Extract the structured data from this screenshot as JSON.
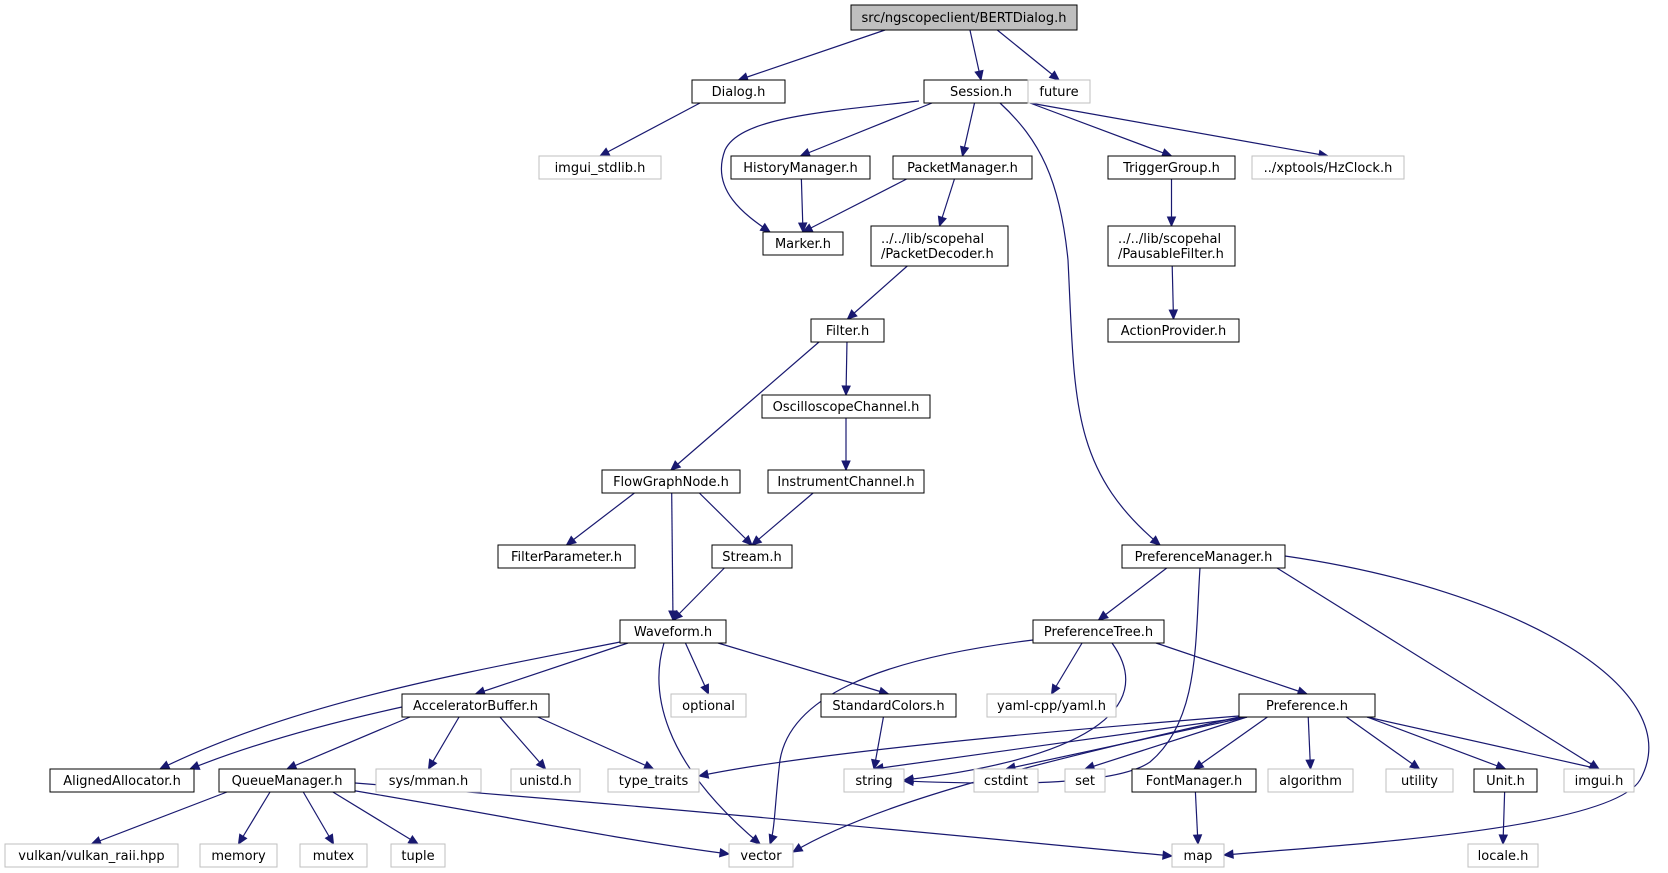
{
  "graph": {
    "colors": {
      "edge": "#191970",
      "root_fill": "#bfbfbf",
      "internal_border": "#000000",
      "external_border": "#bfbfbf"
    },
    "nodes": [
      {
        "id": "root",
        "lines": [
          "src/ngscopeclient/BERTDialog.h"
        ],
        "kind": "root"
      },
      {
        "id": "dialog",
        "lines": [
          "Dialog.h"
        ],
        "kind": "int"
      },
      {
        "id": "session",
        "lines": [
          "Session.h"
        ],
        "kind": "int"
      },
      {
        "id": "future",
        "lines": [
          "future"
        ],
        "kind": "ext"
      },
      {
        "id": "imgui_stdlib",
        "lines": [
          "imgui_stdlib.h"
        ],
        "kind": "ext"
      },
      {
        "id": "historymgr",
        "lines": [
          "HistoryManager.h"
        ],
        "kind": "int"
      },
      {
        "id": "packetmgr",
        "lines": [
          "PacketManager.h"
        ],
        "kind": "int"
      },
      {
        "id": "triggergroup",
        "lines": [
          "TriggerGroup.h"
        ],
        "kind": "int"
      },
      {
        "id": "hzclock",
        "lines": [
          "../xptools/HzClock.h"
        ],
        "kind": "ext"
      },
      {
        "id": "marker",
        "lines": [
          "Marker.h"
        ],
        "kind": "int"
      },
      {
        "id": "packetdecoder",
        "lines": [
          "../../lib/scopehal",
          "/PacketDecoder.h"
        ],
        "kind": "int"
      },
      {
        "id": "pausablefilter",
        "lines": [
          "../../lib/scopehal",
          "/PausableFilter.h"
        ],
        "kind": "int"
      },
      {
        "id": "actionprovider",
        "lines": [
          "ActionProvider.h"
        ],
        "kind": "int"
      },
      {
        "id": "filter",
        "lines": [
          "Filter.h"
        ],
        "kind": "int"
      },
      {
        "id": "oscchannel",
        "lines": [
          "OscilloscopeChannel.h"
        ],
        "kind": "int"
      },
      {
        "id": "flowgraphnode",
        "lines": [
          "FlowGraphNode.h"
        ],
        "kind": "int"
      },
      {
        "id": "instrchannel",
        "lines": [
          "InstrumentChannel.h"
        ],
        "kind": "int"
      },
      {
        "id": "filterparam",
        "lines": [
          "FilterParameter.h"
        ],
        "kind": "int"
      },
      {
        "id": "stream",
        "lines": [
          "Stream.h"
        ],
        "kind": "int"
      },
      {
        "id": "prefmgr",
        "lines": [
          "PreferenceManager.h"
        ],
        "kind": "int"
      },
      {
        "id": "waveform",
        "lines": [
          "Waveform.h"
        ],
        "kind": "int"
      },
      {
        "id": "preftree",
        "lines": [
          "PreferenceTree.h"
        ],
        "kind": "int"
      },
      {
        "id": "accelbuf",
        "lines": [
          "AcceleratorBuffer.h"
        ],
        "kind": "int"
      },
      {
        "id": "optional",
        "lines": [
          "optional"
        ],
        "kind": "ext"
      },
      {
        "id": "stdcolors",
        "lines": [
          "StandardColors.h"
        ],
        "kind": "int"
      },
      {
        "id": "yaml",
        "lines": [
          "yaml-cpp/yaml.h"
        ],
        "kind": "ext"
      },
      {
        "id": "preference",
        "lines": [
          "Preference.h"
        ],
        "kind": "int"
      },
      {
        "id": "alignedalloc",
        "lines": [
          "AlignedAllocator.h"
        ],
        "kind": "int"
      },
      {
        "id": "queuemgr",
        "lines": [
          "QueueManager.h"
        ],
        "kind": "int"
      },
      {
        "id": "sysmman",
        "lines": [
          "sys/mman.h"
        ],
        "kind": "ext"
      },
      {
        "id": "unistd",
        "lines": [
          "unistd.h"
        ],
        "kind": "ext"
      },
      {
        "id": "typetraits",
        "lines": [
          "type_traits"
        ],
        "kind": "ext"
      },
      {
        "id": "string",
        "lines": [
          "string"
        ],
        "kind": "ext"
      },
      {
        "id": "cstdint",
        "lines": [
          "cstdint"
        ],
        "kind": "ext"
      },
      {
        "id": "set",
        "lines": [
          "set"
        ],
        "kind": "ext"
      },
      {
        "id": "fontmgr",
        "lines": [
          "FontManager.h"
        ],
        "kind": "int"
      },
      {
        "id": "algorithm",
        "lines": [
          "algorithm"
        ],
        "kind": "ext"
      },
      {
        "id": "utility",
        "lines": [
          "utility"
        ],
        "kind": "ext"
      },
      {
        "id": "unit",
        "lines": [
          "Unit.h"
        ],
        "kind": "int"
      },
      {
        "id": "imgui",
        "lines": [
          "imgui.h"
        ],
        "kind": "ext"
      },
      {
        "id": "vulkan",
        "lines": [
          "vulkan/vulkan_raii.hpp"
        ],
        "kind": "ext"
      },
      {
        "id": "memory",
        "lines": [
          "memory"
        ],
        "kind": "ext"
      },
      {
        "id": "mutex",
        "lines": [
          "mutex"
        ],
        "kind": "ext"
      },
      {
        "id": "tuple",
        "lines": [
          "tuple"
        ],
        "kind": "ext"
      },
      {
        "id": "vector",
        "lines": [
          "vector"
        ],
        "kind": "ext"
      },
      {
        "id": "map",
        "lines": [
          "map"
        ],
        "kind": "ext"
      },
      {
        "id": "locale",
        "lines": [
          "locale.h"
        ],
        "kind": "ext"
      }
    ],
    "edges": [
      [
        "root",
        "dialog"
      ],
      [
        "root",
        "session"
      ],
      [
        "root",
        "future"
      ],
      [
        "dialog",
        "imgui_stdlib"
      ],
      [
        "session",
        "marker"
      ],
      [
        "session",
        "historymgr"
      ],
      [
        "session",
        "packetmgr"
      ],
      [
        "session",
        "triggergroup"
      ],
      [
        "session",
        "hzclock"
      ],
      [
        "session",
        "prefmgr"
      ],
      [
        "historymgr",
        "marker"
      ],
      [
        "packetmgr",
        "marker"
      ],
      [
        "packetmgr",
        "packetdecoder"
      ],
      [
        "triggergroup",
        "pausablefilter"
      ],
      [
        "pausablefilter",
        "actionprovider"
      ],
      [
        "packetdecoder",
        "filter"
      ],
      [
        "filter",
        "flowgraphnode"
      ],
      [
        "filter",
        "oscchannel"
      ],
      [
        "oscchannel",
        "instrchannel"
      ],
      [
        "instrchannel",
        "stream"
      ],
      [
        "flowgraphnode",
        "filterparam"
      ],
      [
        "flowgraphnode",
        "stream"
      ],
      [
        "flowgraphnode",
        "waveform"
      ],
      [
        "stream",
        "waveform"
      ],
      [
        "waveform",
        "alignedalloc"
      ],
      [
        "waveform",
        "accelbuf"
      ],
      [
        "waveform",
        "optional"
      ],
      [
        "waveform",
        "stdcolors"
      ],
      [
        "waveform",
        "vector"
      ],
      [
        "accelbuf",
        "alignedalloc"
      ],
      [
        "accelbuf",
        "queuemgr"
      ],
      [
        "accelbuf",
        "sysmman"
      ],
      [
        "accelbuf",
        "unistd"
      ],
      [
        "accelbuf",
        "typetraits"
      ],
      [
        "queuemgr",
        "vulkan"
      ],
      [
        "queuemgr",
        "memory"
      ],
      [
        "queuemgr",
        "mutex"
      ],
      [
        "queuemgr",
        "tuple"
      ],
      [
        "queuemgr",
        "vector"
      ],
      [
        "queuemgr",
        "map"
      ],
      [
        "stdcolors",
        "string"
      ],
      [
        "prefmgr",
        "preftree"
      ],
      [
        "prefmgr",
        "string"
      ],
      [
        "prefmgr",
        "imgui"
      ],
      [
        "prefmgr",
        "map"
      ],
      [
        "preftree",
        "vector"
      ],
      [
        "preftree",
        "yaml"
      ],
      [
        "preftree",
        "preference"
      ],
      [
        "preftree",
        "string"
      ],
      [
        "preference",
        "typetraits"
      ],
      [
        "preference",
        "string"
      ],
      [
        "preference",
        "cstdint"
      ],
      [
        "preference",
        "set"
      ],
      [
        "preference",
        "fontmgr"
      ],
      [
        "preference",
        "algorithm"
      ],
      [
        "preference",
        "utility"
      ],
      [
        "preference",
        "unit"
      ],
      [
        "preference",
        "imgui"
      ],
      [
        "preference",
        "vector"
      ],
      [
        "fontmgr",
        "map"
      ],
      [
        "unit",
        "locale"
      ]
    ]
  }
}
